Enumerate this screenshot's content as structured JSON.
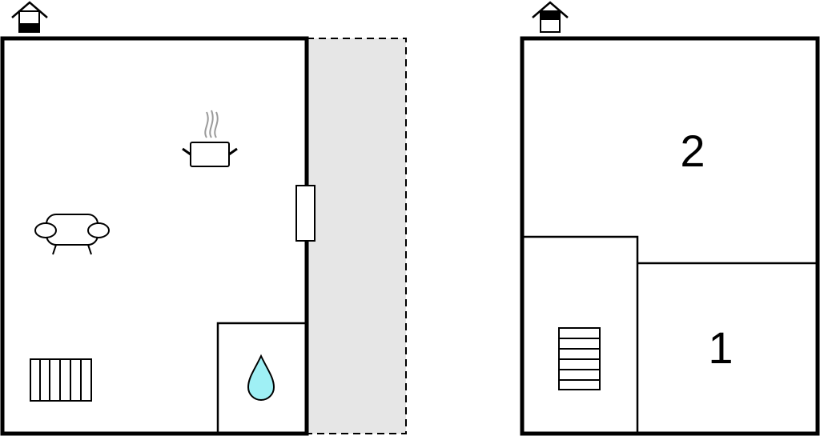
{
  "floors": [
    {
      "level_icon": "house-ground-floor-icon",
      "rooms": [
        {
          "type": "living",
          "icon": "sofa-icon"
        },
        {
          "type": "kitchen",
          "icon": "cooking-pot-icon"
        },
        {
          "type": "bathroom",
          "icon": "water-drop-icon"
        }
      ],
      "extras": [
        "radiator-icon",
        "door-icon",
        "terrace-area"
      ]
    },
    {
      "level_icon": "house-upper-floor-icon",
      "rooms": [
        {
          "type": "bedroom",
          "number": "2"
        },
        {
          "type": "bedroom",
          "number": "1"
        },
        {
          "type": "stairs",
          "icon": "stairs-icon"
        }
      ]
    }
  ],
  "colors": {
    "wall": "#000000",
    "terrace": "#e6e6e6",
    "steam": "#9a9a9a",
    "water": "#9ff0f5"
  }
}
